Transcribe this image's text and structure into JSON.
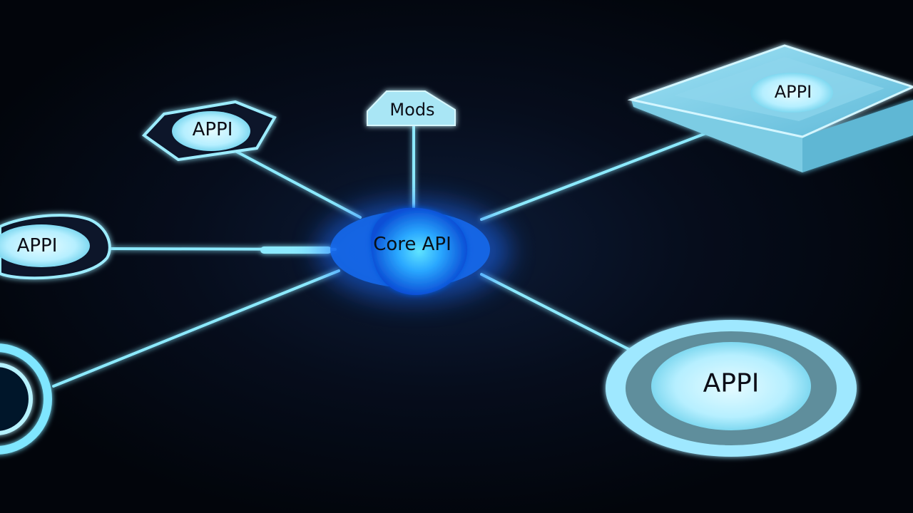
{
  "nodes": {
    "core": {
      "label": "Core API"
    },
    "mods": {
      "label": "Mods"
    },
    "top_left": {
      "label": "APPI"
    },
    "left": {
      "label": "APPI"
    },
    "top_right": {
      "label": "APPI"
    },
    "bottom_right": {
      "label": "APPI"
    }
  },
  "colors": {
    "background": "#02050b",
    "glow": "#7fe6ff",
    "core": "#1f8bff",
    "node_fill": "#bff3ff"
  }
}
